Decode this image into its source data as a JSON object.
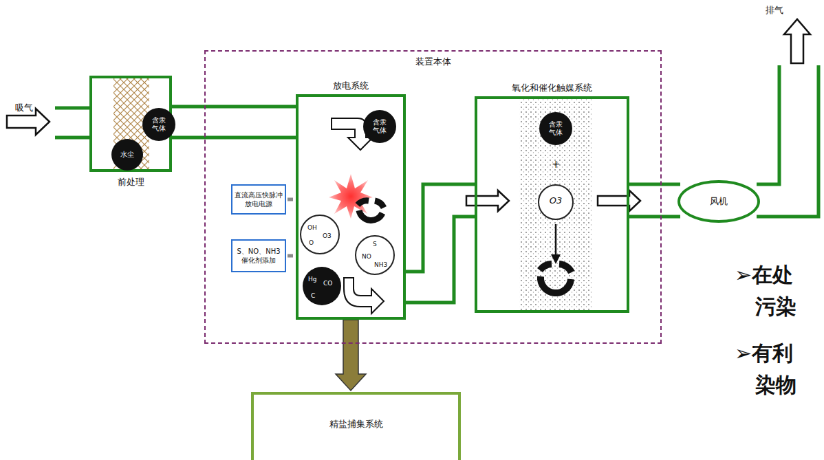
{
  "diagram": {
    "nodes": [
      {
        "text": [
          "前处理"
        ]
      },
      {
        "text": [
          "含汞气体"
        ],
        "in": 0
      },
      {
        "text": [
          "水尘"
        ],
        "in": 0
      },
      {
        "text": [
          "装置本体"
        ]
      },
      {
        "text": [
          "放电系统"
        ],
        "in": 3
      },
      {
        "text": [
          "含汞气体"
        ],
        "in": 4
      },
      {
        "text": [
          "OH",
          "O",
          "O3"
        ],
        "in": 4
      },
      {
        "text": [
          "S",
          "NO",
          "NH3"
        ],
        "in": 4
      },
      {
        "text": [
          "Hg",
          "CO",
          "C"
        ],
        "in": 4
      },
      {
        "text": [
          "直流高压快脉冲放电电源"
        ],
        "in": 3
      },
      {
        "text": [
          "S、NO、NH3催化剂添加"
        ],
        "in": 3
      },
      {
        "text": [
          "氧化和催化触媒系统"
        ],
        "in": 3
      },
      {
        "text": [
          "含汞气体"
        ],
        "in": 11
      },
      {
        "text": [
          "O3"
        ],
        "in": 11
      },
      {
        "text": [
          "风机"
        ]
      },
      {
        "text": [
          "精盐捕集系统"
        ]
      }
    ],
    "edges": [
      {
        "from": 0,
        "to": 4,
        "arrow": "none"
      },
      {
        "from": 4,
        "to": 11,
        "arrow": "to"
      },
      {
        "from": 11,
        "to": 14,
        "arrow": "to"
      },
      {
        "from": 9,
        "to": 4,
        "arrow": "none"
      },
      {
        "from": 10,
        "to": 4,
        "arrow": "none"
      },
      {
        "from": 4,
        "to": 15,
        "arrow": "to"
      }
    ],
    "labels": [
      "吸气",
      "排气",
      "+",
      "➢在处",
      "污染",
      "➢有利",
      "染物"
    ]
  }
}
